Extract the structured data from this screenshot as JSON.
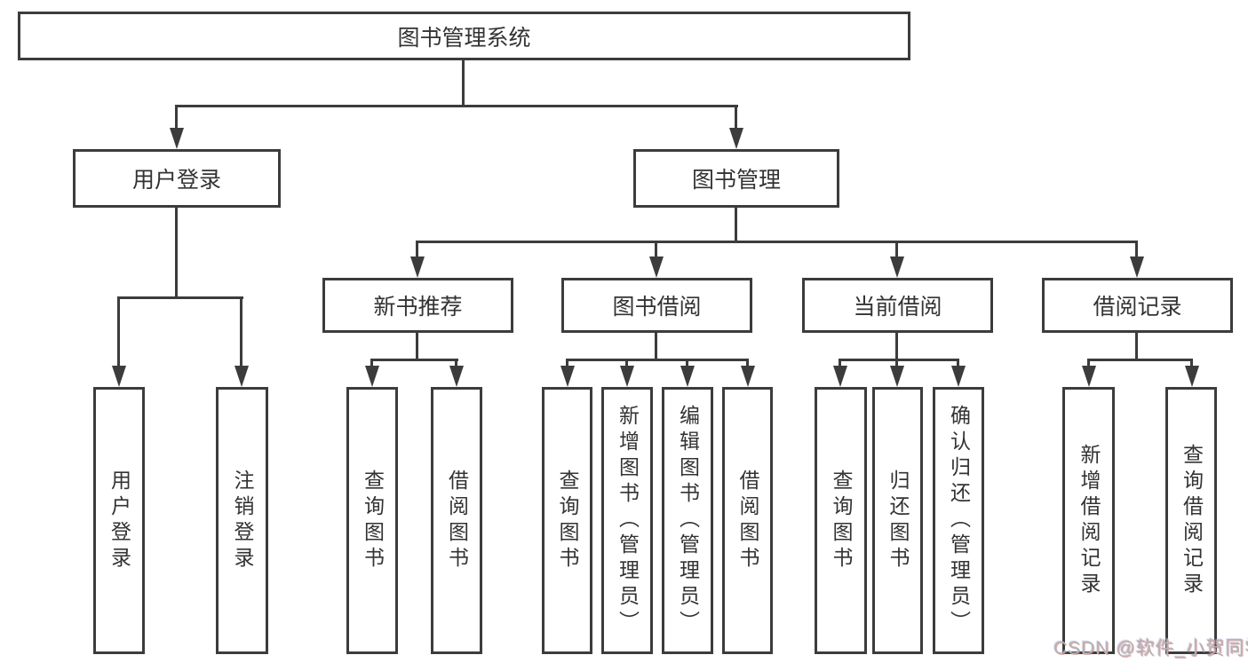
{
  "diagram_title": "图书管理系统",
  "watermark": "CSDN @软件_小贺同学",
  "colors": {
    "line": "#3c3c3c",
    "border": "#3c3c3c",
    "text": "#333333",
    "background": "#ffffff",
    "watermark_gray": "#b3b3b3"
  },
  "tree": {
    "root": {
      "label": "图书管理系统",
      "children": [
        {
          "label": "用户登录",
          "children": [
            {
              "label": "用户登录"
            },
            {
              "label": "注销登录"
            }
          ]
        },
        {
          "label": "图书管理",
          "children": [
            {
              "label": "新书推荐",
              "children": [
                {
                  "label": "查询图书"
                },
                {
                  "label": "借阅图书"
                }
              ]
            },
            {
              "label": "图书借阅",
              "children": [
                {
                  "label": "查询图书"
                },
                {
                  "label": "新增图书（管理员）"
                },
                {
                  "label": "编辑图书（管理员）"
                },
                {
                  "label": "借阅图书"
                }
              ]
            },
            {
              "label": "当前借阅",
              "children": [
                {
                  "label": "查询图书"
                },
                {
                  "label": "归还图书"
                },
                {
                  "label": "确认归还（管理员）"
                }
              ]
            },
            {
              "label": "借阅记录",
              "children": [
                {
                  "label": "新增借阅记录"
                },
                {
                  "label": "查询借阅记录"
                }
              ]
            }
          ]
        }
      ]
    }
  }
}
